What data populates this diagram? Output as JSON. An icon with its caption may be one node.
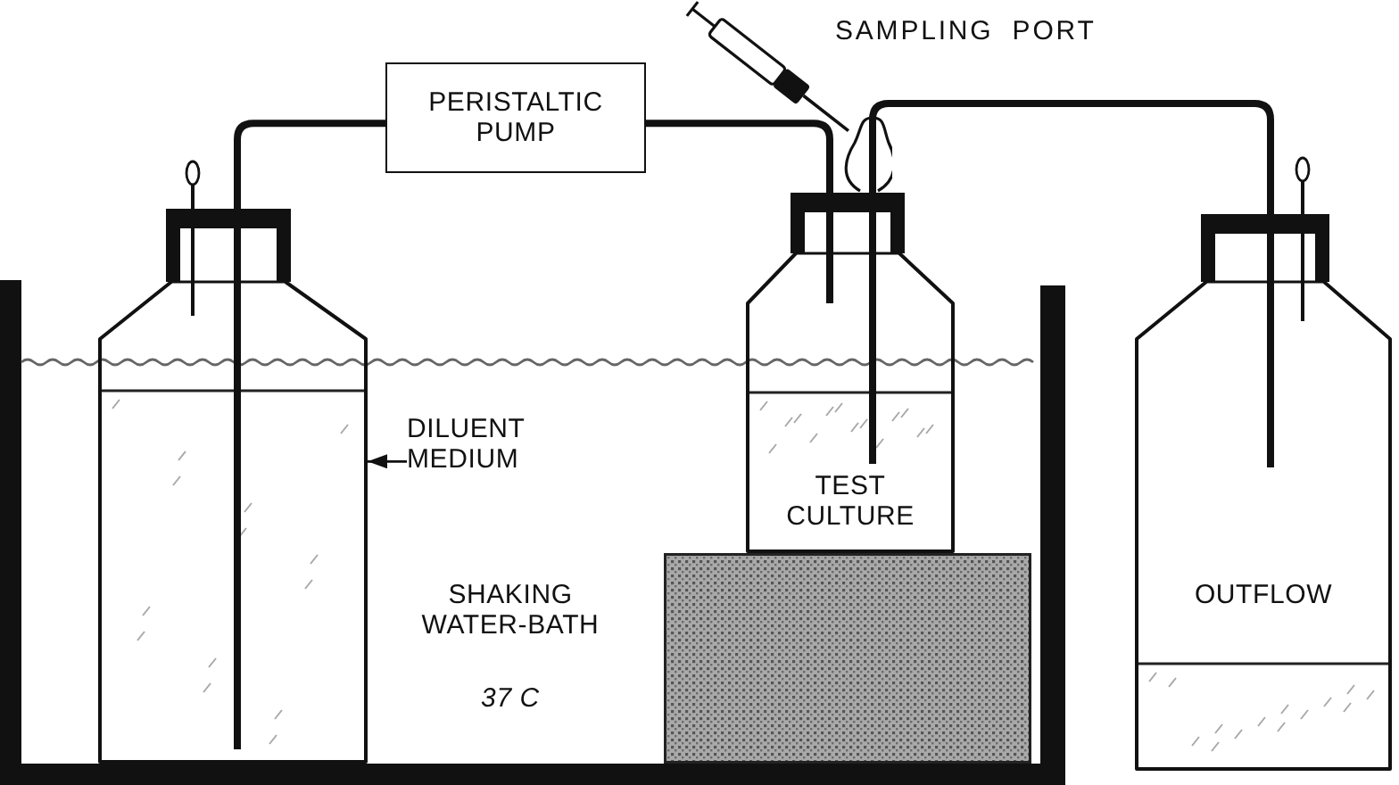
{
  "diagram": {
    "nodes": [
      {
        "text": [
          "PERISTALTIC PUMP"
        ]
      },
      {
        "text": [],
        "shape": "bottle"
      },
      {
        "text": [
          "TEST CULTURE"
        ]
      },
      {
        "text": [
          "OUTFLOW"
        ]
      },
      {
        "text": [
          "SHAKING WATER-BATH",
          "37 C"
        ]
      },
      {
        "text": [
          "DILUENT MEDIUM"
        ],
        "in": 4
      }
    ],
    "edges": [
      {
        "from": 1,
        "to": 0,
        "arrow": "none"
      },
      {
        "from": 0,
        "to": 2,
        "arrow": "none"
      },
      {
        "from": 2,
        "to": 3,
        "arrow": "none"
      },
      {
        "from": 5,
        "to": 1,
        "arrow": "to"
      }
    ],
    "labels": [
      "SAMPLING PORT"
    ]
  }
}
